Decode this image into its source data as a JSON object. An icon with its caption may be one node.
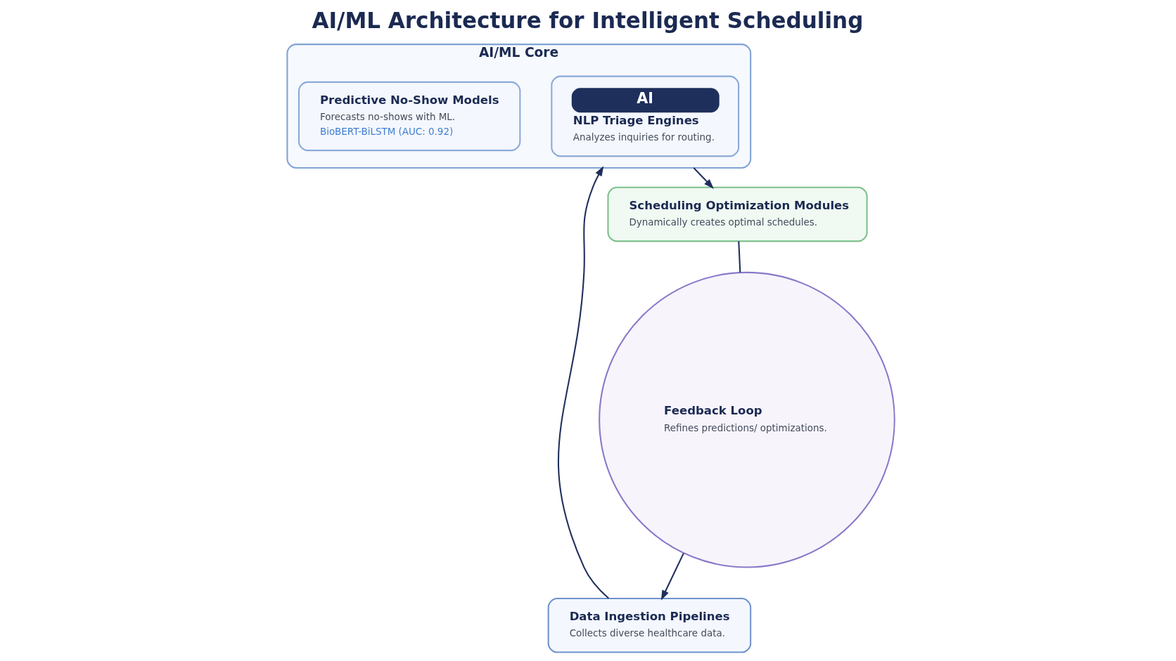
{
  "diagram": {
    "title": "AI/ML Architecture for Intelligent Scheduling",
    "nodes": [
      {
        "text": [
          "Data Ingestion Pipelines",
          "Collects diverse healthcare data."
        ]
      },
      {
        "text": [
          "AI/ML Core"
        ]
      },
      {
        "text": [
          "AI",
          "NLP Triage Engines",
          "Analyzes inquiries for routing."
        ],
        "in": 1
      },
      {
        "text": [
          "Predictive No-Show Models",
          "Forecasts no-shows with ML.",
          "BioBERT-BiLSTM (AUC: 0.92)"
        ],
        "in": 1
      },
      {
        "text": [
          "Scheduling Optimization Modules",
          "Dynamically creates optimal schedules."
        ]
      },
      {
        "text": [
          "Feedback Loop",
          "Refines predictions/ optimizations."
        ]
      }
    ],
    "edges": [
      {
        "from": 0,
        "to": 1,
        "arrow": "to"
      },
      {
        "from": 1,
        "to": 4,
        "arrow": "to"
      },
      {
        "from": 4,
        "to": 5,
        "arrow": "none"
      },
      {
        "from": 5,
        "to": 0,
        "arrow": "to"
      }
    ]
  }
}
